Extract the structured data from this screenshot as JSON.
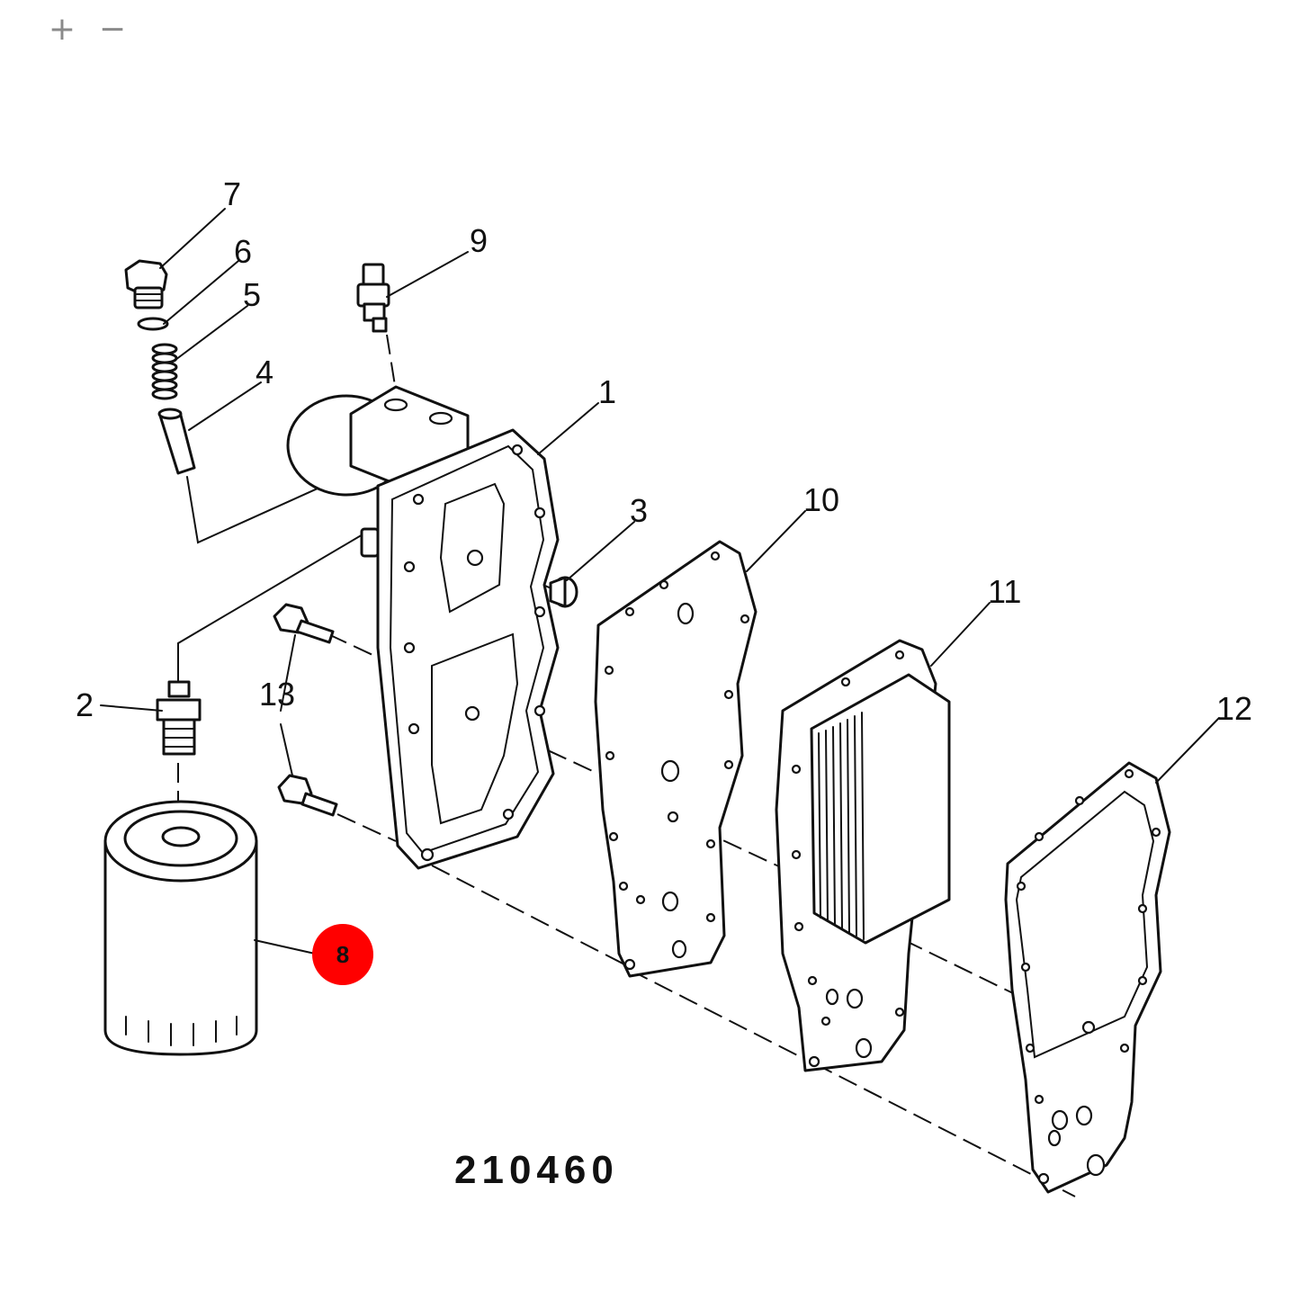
{
  "toolbar": {
    "zoom_in_label": "+",
    "zoom_out_label": "−"
  },
  "diagram": {
    "figure_number": "210460",
    "highlight_color": "#ff0000",
    "callouts": [
      {
        "id": "1",
        "label": "1"
      },
      {
        "id": "2",
        "label": "2"
      },
      {
        "id": "3",
        "label": "3"
      },
      {
        "id": "4",
        "label": "4"
      },
      {
        "id": "5",
        "label": "5"
      },
      {
        "id": "6",
        "label": "6"
      },
      {
        "id": "7",
        "label": "7"
      },
      {
        "id": "8",
        "label": "8",
        "highlighted": true
      },
      {
        "id": "9",
        "label": "9"
      },
      {
        "id": "10",
        "label": "10"
      },
      {
        "id": "11",
        "label": "11"
      },
      {
        "id": "12",
        "label": "12"
      },
      {
        "id": "13",
        "label": "13"
      }
    ]
  }
}
